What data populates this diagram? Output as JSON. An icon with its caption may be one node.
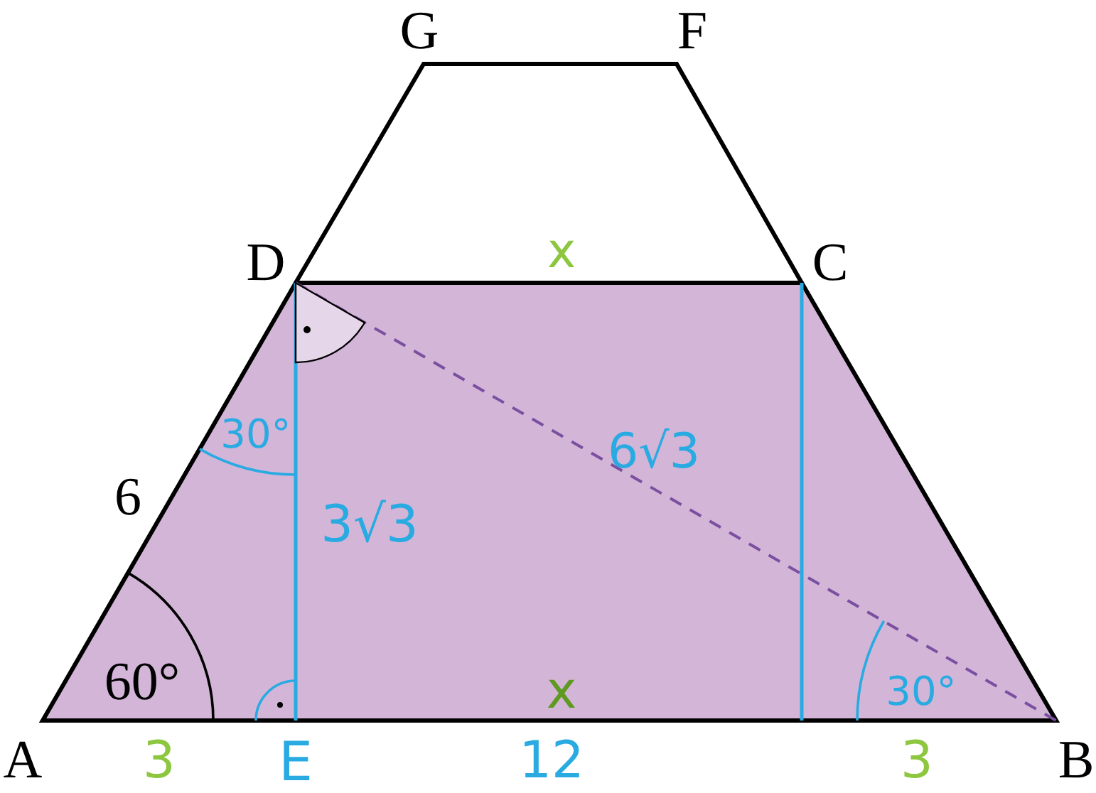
{
  "diagram": {
    "labels": [
      "G",
      "F",
      "D",
      "x",
      "C",
      "30°",
      "6√3",
      "6",
      "3√3",
      "60°",
      "x",
      "30°",
      "A",
      "3",
      "E",
      "12",
      "3",
      "B"
    ]
  }
}
